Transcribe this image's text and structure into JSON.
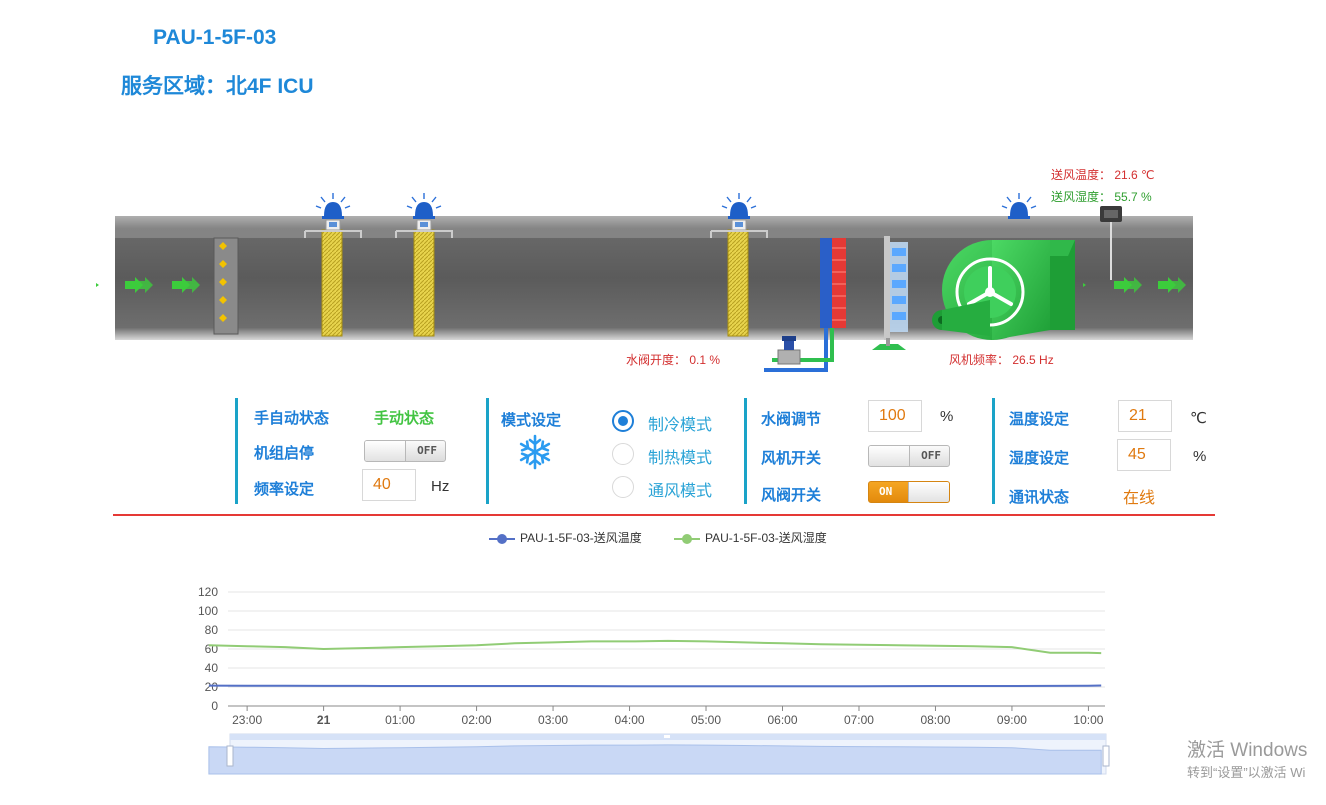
{
  "header": {
    "title": "PAU-1-5F-03",
    "service_area": "服务区域：北4F ICU"
  },
  "readouts": {
    "supply_temp_label": "送风温度：",
    "supply_temp_value": "21.6 ℃",
    "supply_humidity_label": "送风湿度：",
    "supply_humidity_value": "55.7 %",
    "valve_label": "水阀开度：",
    "valve_value": "0.1 %",
    "fan_label": "风机频率：",
    "fan_value": "26.5 Hz"
  },
  "panel1": {
    "mode_label": "手自动状态",
    "mode_value": "手动状态",
    "startstop_label": "机组启停",
    "startstop_toggle": "OFF",
    "freq_label": "频率设定",
    "freq_value": "40",
    "freq_unit": "Hz"
  },
  "panel2": {
    "label": "模式设定",
    "icon": "snowflake-icon",
    "options": [
      "制冷模式",
      "制热模式",
      "通风模式"
    ],
    "selected": "制冷模式"
  },
  "panel3": {
    "valve_label": "水阀调节",
    "valve_value": "100",
    "valve_unit": "%",
    "fan_label": "风机开关",
    "fan_toggle": "OFF",
    "damper_label": "风阀开关",
    "damper_toggle": "ON"
  },
  "panel4": {
    "temp_label": "温度设定",
    "temp_value": "21",
    "temp_unit": "℃",
    "hum_label": "湿度设定",
    "hum_value": "45",
    "hum_unit": "%",
    "comm_label": "通讯状态",
    "comm_value": "在线"
  },
  "colors": {
    "accent": "#1e88d8",
    "series_temp": "#5470c6",
    "series_hum": "#91cc75",
    "online": "#e07a10",
    "divider": "#e53935"
  },
  "chart_data": {
    "type": "line",
    "legend": [
      "PAU-1-5F-03-送风温度",
      "PAU-1-5F-03-送风湿度"
    ],
    "legend_position": "top-center",
    "x_labels": [
      "23:00",
      "21",
      "01:00",
      "02:00",
      "03:00",
      "04:00",
      "05:00",
      "06:00",
      "07:00",
      "08:00",
      "09:00",
      "10:00"
    ],
    "y_ticks": [
      0,
      20,
      40,
      60,
      80,
      100,
      120
    ],
    "ylim": [
      0,
      120
    ],
    "grid": true,
    "series": [
      {
        "name": "PAU-1-5F-03-送风温度",
        "x": [
          "22:30",
          "23:00",
          "23:30",
          "00:00",
          "00:30",
          "01:00",
          "01:30",
          "02:00",
          "02:30",
          "03:00",
          "03:30",
          "04:00",
          "04:30",
          "05:00",
          "05:30",
          "06:00",
          "06:30",
          "07:00",
          "07:30",
          "08:00",
          "08:30",
          "09:00",
          "09:30",
          "10:00",
          "10:10"
        ],
        "values": [
          21.5,
          21.4,
          21.3,
          21.2,
          21.2,
          21.1,
          21.1,
          21.0,
          21.0,
          21.0,
          20.9,
          20.8,
          20.8,
          20.8,
          20.8,
          20.8,
          20.8,
          20.8,
          20.9,
          21.0,
          21.0,
          21.1,
          21.2,
          21.4,
          21.6
        ]
      },
      {
        "name": "PAU-1-5F-03-送风湿度",
        "x": [
          "22:30",
          "23:00",
          "23:30",
          "00:00",
          "00:30",
          "01:00",
          "01:30",
          "02:00",
          "02:30",
          "03:00",
          "03:30",
          "04:00",
          "04:30",
          "05:00",
          "05:30",
          "06:00",
          "06:30",
          "07:00",
          "07:30",
          "08:00",
          "08:30",
          "09:00",
          "09:30",
          "10:00",
          "10:10"
        ],
        "values": [
          64,
          63,
          62,
          60,
          61,
          62,
          63,
          64,
          66,
          67,
          68,
          68,
          68.5,
          68,
          67,
          66,
          65,
          64.5,
          64,
          63.5,
          63,
          62,
          56,
          56,
          55.7
        ]
      }
    ]
  },
  "windows_watermark": {
    "line1": "激活 Windows",
    "line2": "转到“设置”以激活 Wi"
  }
}
